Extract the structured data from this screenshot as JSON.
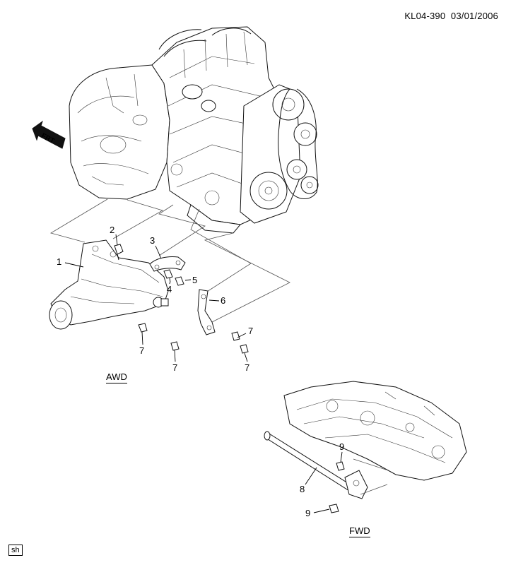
{
  "header": {
    "doc_code": "KL04-390",
    "date": "03/01/2006"
  },
  "direction_label": "FRT",
  "sections": {
    "awd": "AWD",
    "fwd": "FWD"
  },
  "callouts": {
    "c1": "1",
    "c2": "2",
    "c3": "3",
    "c4": "4",
    "c5": "5",
    "c6": "6",
    "c7a": "7",
    "c7b": "7",
    "c7c": "7",
    "c7d": "7",
    "c8": "8",
    "c9a": "9",
    "c9b": "9"
  },
  "footer_badge": "sh"
}
